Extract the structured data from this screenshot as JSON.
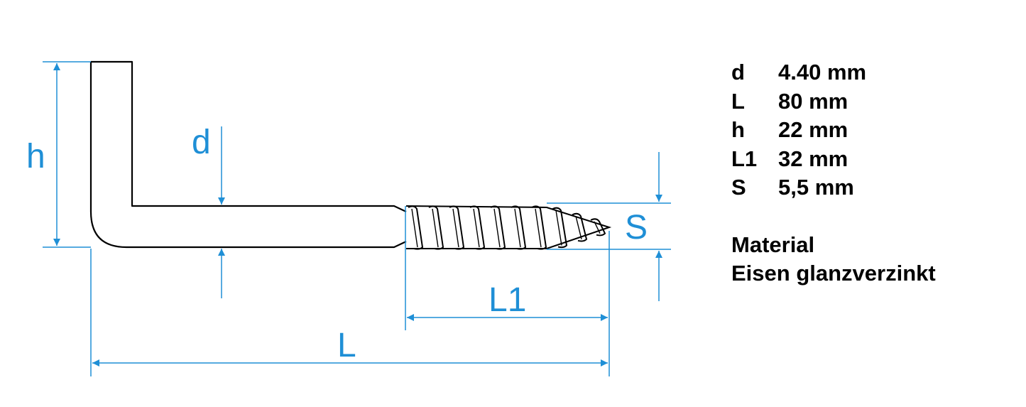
{
  "dimension_labels": {
    "h": "h",
    "d": "d",
    "S": "S",
    "L1": "L1",
    "L": "L"
  },
  "specs": [
    {
      "key": "d",
      "value": "4.40 mm"
    },
    {
      "key": "L",
      "value": "80 mm"
    },
    {
      "key": "h",
      "value": "22 mm"
    },
    {
      "key": "L1",
      "value": "32 mm"
    },
    {
      "key": "S",
      "value": "5,5 mm"
    }
  ],
  "material": {
    "heading": "Material",
    "value": "Eisen glanzverzinkt"
  },
  "colors": {
    "dimension": "#1f8fd6",
    "outline": "#000000"
  }
}
